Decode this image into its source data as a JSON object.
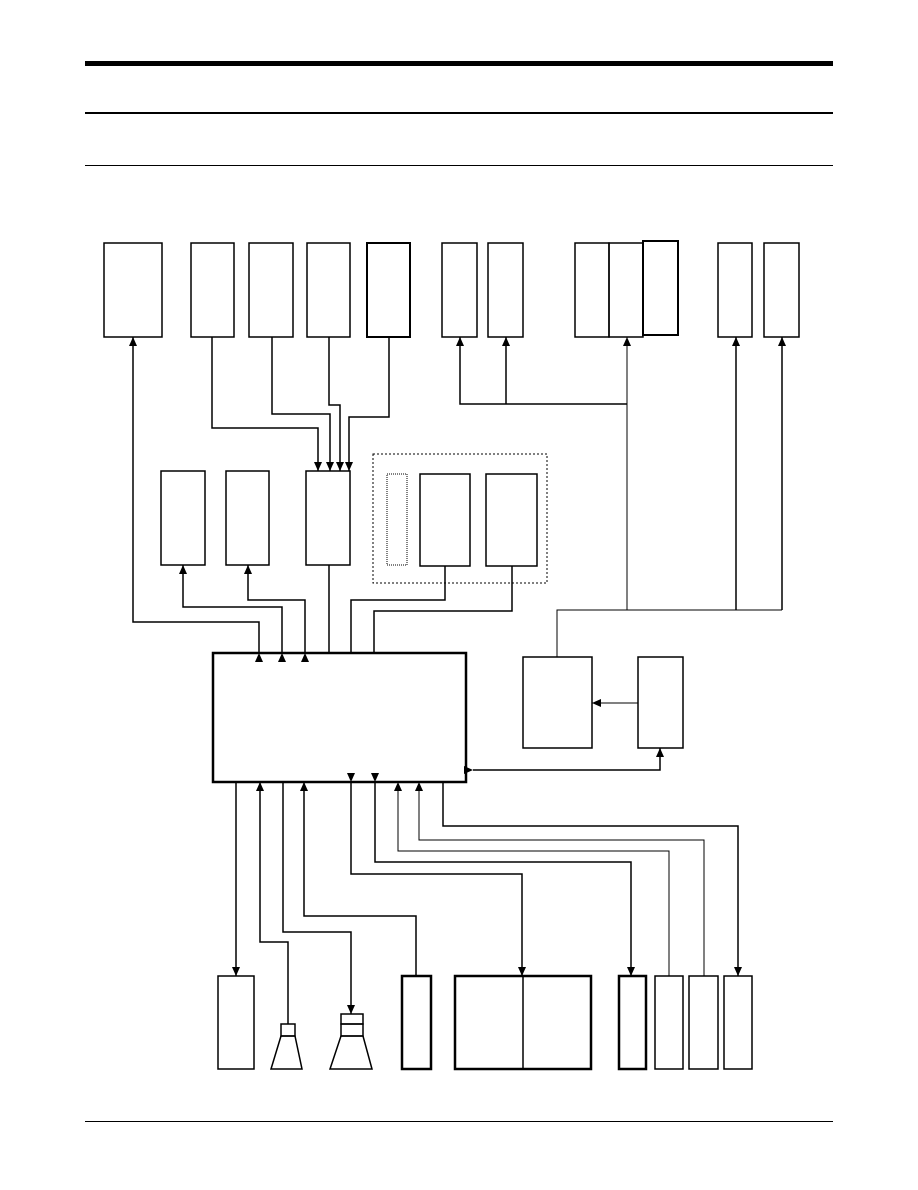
{
  "page": {
    "background": "#ffffff",
    "line_color": "#000000"
  },
  "diagram": {
    "kind": "block-diagram",
    "labels": [],
    "blocks": [
      "top-block-1",
      "top-block-2",
      "top-block-3",
      "top-block-4",
      "top-block-5",
      "top-block-6",
      "top-block-7",
      "top-stack-block-a",
      "top-stack-block-b",
      "top-stack-block-c",
      "top-block-11",
      "top-block-12",
      "mid-block-1",
      "mid-block-2",
      "mid-hub-block",
      "dashed-group",
      "dashed-group-slot",
      "dashed-group-block-1",
      "dashed-group-block-2",
      "main-block",
      "side-block-left",
      "side-block-right",
      "bottom-block-1",
      "speaker-small",
      "speaker-large",
      "bottom-block-4",
      "bottom-wide-block",
      "bottom-block-6",
      "bottom-block-7",
      "bottom-block-8",
      "bottom-block-9"
    ]
  }
}
